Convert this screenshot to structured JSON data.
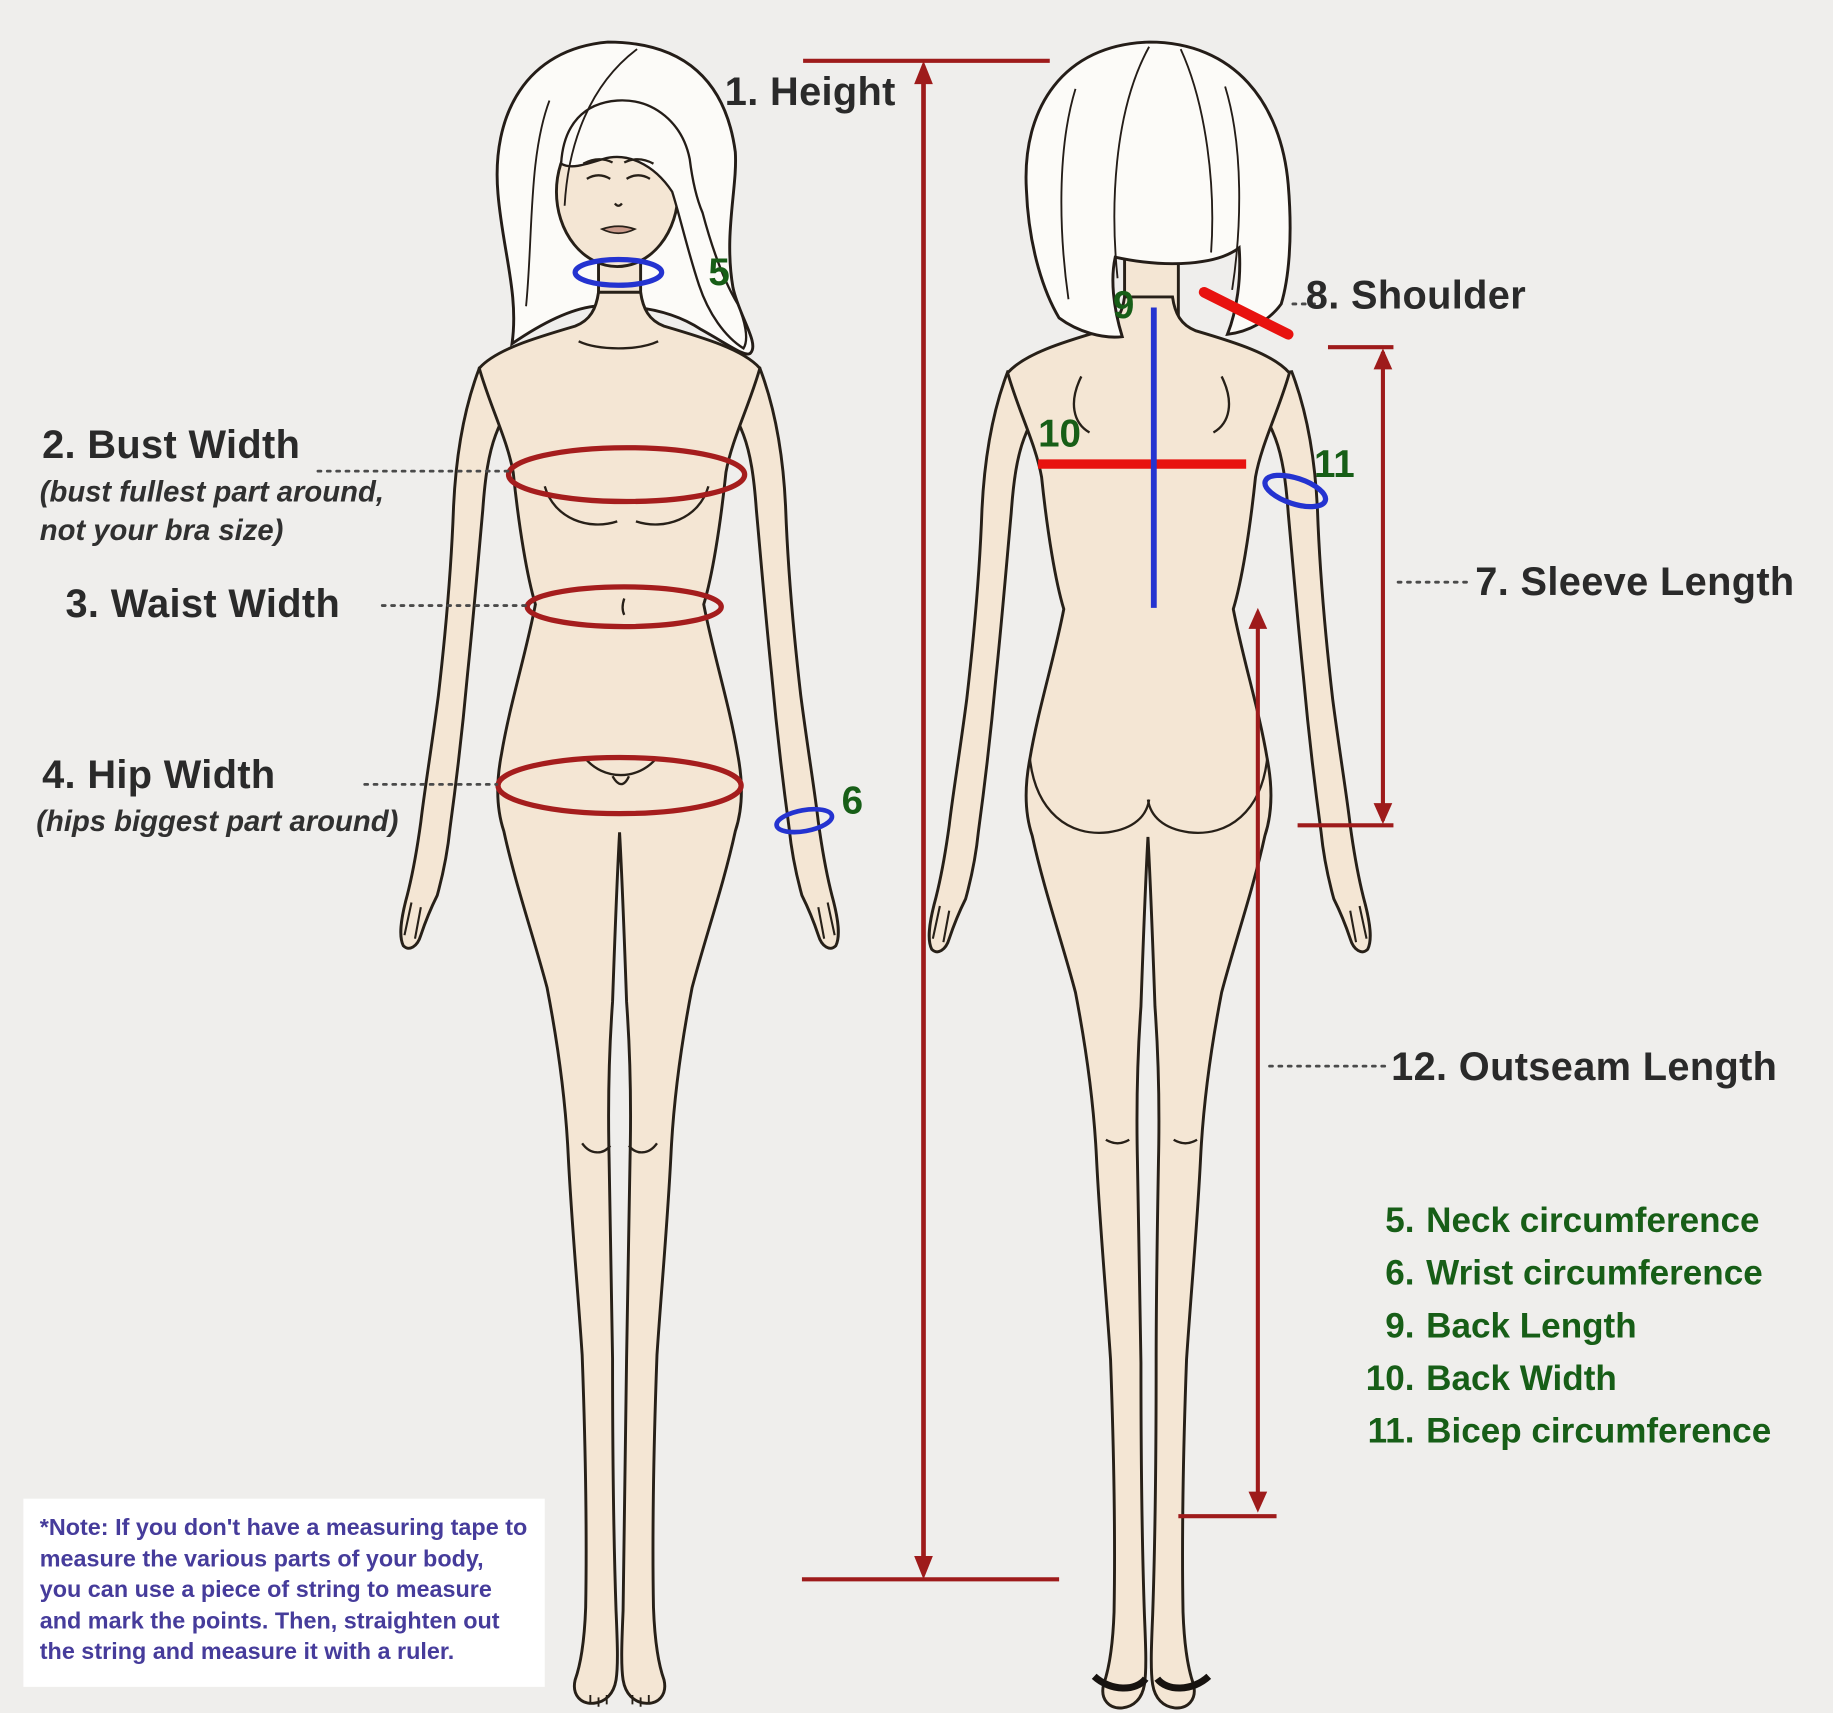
{
  "colors": {
    "background": "#efeeec",
    "measure_dark_red": "#9e1b1b",
    "ellipse_red": "#a51d1d",
    "bright_red": "#e8120f",
    "blue": "#2433d0",
    "green": "#175e17",
    "label_dark": "#2a2a2a",
    "note_purple": "#463c9b",
    "note_background": "#ffffff",
    "skin": "#f4e6d4"
  },
  "annotations": {
    "height": "1. Height",
    "bust_title": "2. Bust Width",
    "bust_sub1": "(bust fullest part around,",
    "bust_sub2": "not your bra size)",
    "waist_title": "3. Waist Width",
    "hip_title": "4. Hip Width",
    "hip_sub": "(hips biggest part around)",
    "sleeve": "7. Sleeve Length",
    "shoulder": "8. Shoulder",
    "outseam": "12. Outseam Length",
    "neck_marker": "5",
    "wrist_marker": "6",
    "back_length_marker": "9",
    "back_width_marker": "10",
    "bicep_marker": "11"
  },
  "legend": [
    {
      "num": "5.",
      "label": "Neck circumference"
    },
    {
      "num": "6.",
      "label": "Wrist circumference"
    },
    {
      "num": "9.",
      "label": "Back Length"
    },
    {
      "num": "10.",
      "label": "Back Width"
    },
    {
      "num": "11.",
      "label": "Bicep circumference"
    }
  ],
  "note": "*Note: If you don't have a measuring tape to measure the various parts of your body, you can use a piece of string to measure and mark the points. Then, straighten out the string and measure it with a ruler."
}
